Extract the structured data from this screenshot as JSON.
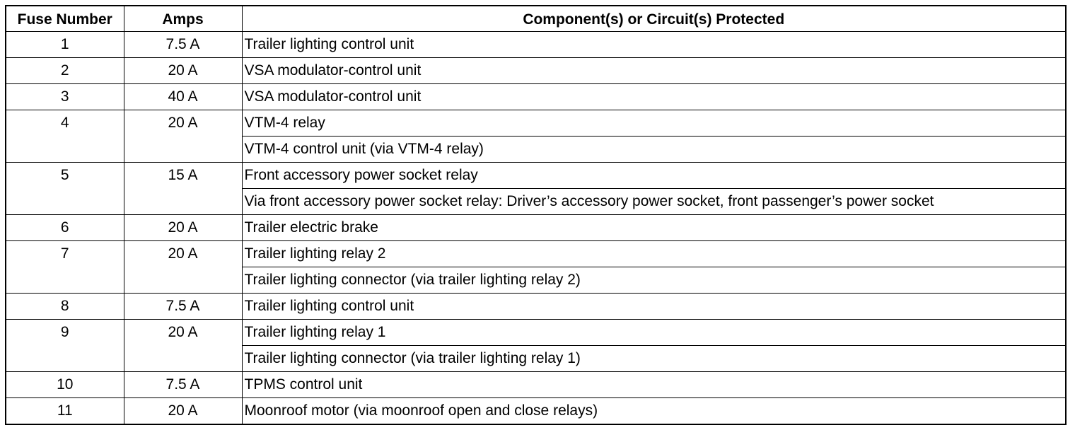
{
  "table": {
    "headers": {
      "fuse_number": "Fuse Number",
      "amps": "Amps",
      "components": "Component(s) or Circuit(s) Protected"
    },
    "fuses": [
      {
        "number": "1",
        "amps": "7.5 A",
        "components": [
          "Trailer lighting control unit"
        ]
      },
      {
        "number": "2",
        "amps": "20 A",
        "components": [
          "VSA modulator-control unit"
        ]
      },
      {
        "number": "3",
        "amps": "40 A",
        "components": [
          "VSA modulator-control unit"
        ]
      },
      {
        "number": "4",
        "amps": "20 A",
        "components": [
          "VTM-4 relay",
          "VTM-4 control unit (via VTM-4 relay)"
        ]
      },
      {
        "number": "5",
        "amps": "15 A",
        "components": [
          "Front accessory power socket relay",
          "Via front accessory power socket relay: Driver’s accessory power socket, front passenger’s power socket"
        ]
      },
      {
        "number": "6",
        "amps": "20 A",
        "components": [
          "Trailer electric brake"
        ]
      },
      {
        "number": "7",
        "amps": "20 A",
        "components": [
          "Trailer lighting relay 2",
          "Trailer lighting connector (via trailer lighting relay 2)"
        ]
      },
      {
        "number": "8",
        "amps": "7.5 A",
        "components": [
          "Trailer lighting control unit"
        ]
      },
      {
        "number": "9",
        "amps": "20 A",
        "components": [
          "Trailer lighting relay 1",
          "Trailer lighting connector (via trailer lighting relay 1)"
        ]
      },
      {
        "number": "10",
        "amps": "7.5 A",
        "components": [
          "TPMS control unit"
        ]
      },
      {
        "number": "11",
        "amps": "20 A",
        "components": [
          "Moonroof motor (via moonroof open and close relays)"
        ]
      }
    ]
  }
}
